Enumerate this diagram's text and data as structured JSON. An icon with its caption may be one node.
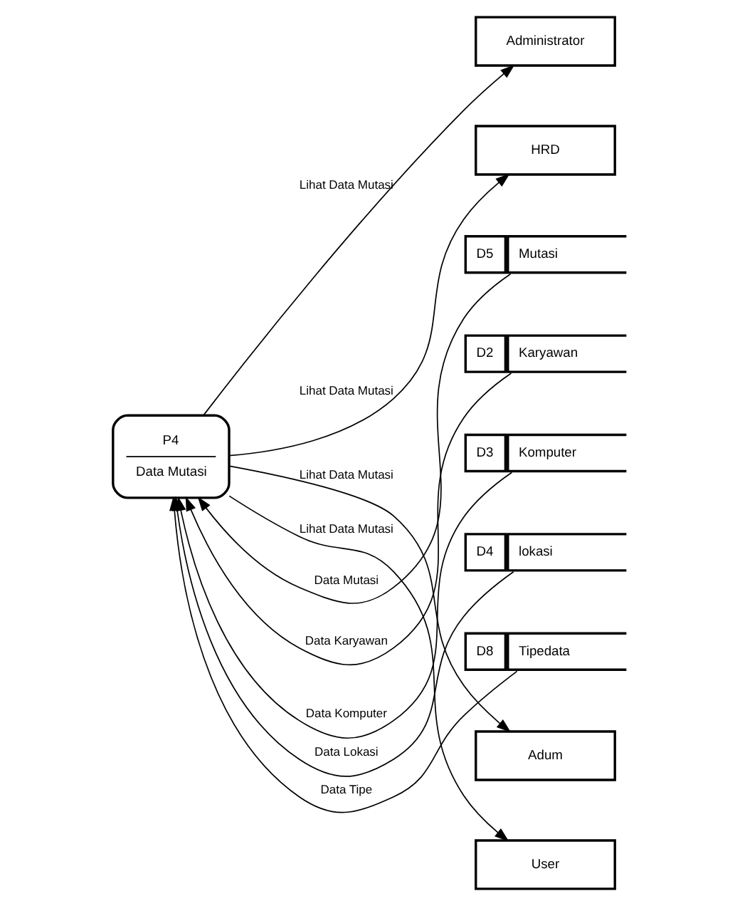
{
  "diagram": {
    "nodes": [
      {
        "text": [
          "P4",
          "Data Mutasi"
        ]
      },
      {
        "text": [
          "Administrator"
        ]
      },
      {
        "text": [
          "HRD"
        ]
      },
      {
        "text": [
          "D5",
          "Mutasi"
        ]
      },
      {
        "text": [
          "D2",
          "Karyawan"
        ]
      },
      {
        "text": [
          "D3",
          "Komputer"
        ]
      },
      {
        "text": [
          "D4",
          "lokasi"
        ]
      },
      {
        "text": [
          "D8",
          "Tipedata"
        ]
      },
      {
        "text": [
          "Adum"
        ]
      },
      {
        "text": [
          "User"
        ]
      }
    ],
    "edges": [
      {
        "from": 0,
        "to": 1,
        "arrow": "to",
        "label": "Lihat Data Mutasi"
      },
      {
        "from": 0,
        "to": 2,
        "arrow": "to",
        "label": "Lihat Data Mutasi"
      },
      {
        "from": 3,
        "to": 0,
        "arrow": "to",
        "label": "Data Mutasi"
      },
      {
        "from": 4,
        "to": 0,
        "arrow": "to",
        "label": "Data Karyawan"
      },
      {
        "from": 5,
        "to": 0,
        "arrow": "to",
        "label": "Data Komputer"
      },
      {
        "from": 6,
        "to": 0,
        "arrow": "to",
        "label": "Data Lokasi"
      },
      {
        "from": 7,
        "to": 0,
        "arrow": "to",
        "label": "Data Tipe"
      },
      {
        "from": 0,
        "to": 8,
        "arrow": "to",
        "label": "Lihat Data Mutasi"
      },
      {
        "from": 0,
        "to": 9,
        "arrow": "to",
        "label": "Lihat Data Mutasi"
      }
    ]
  }
}
